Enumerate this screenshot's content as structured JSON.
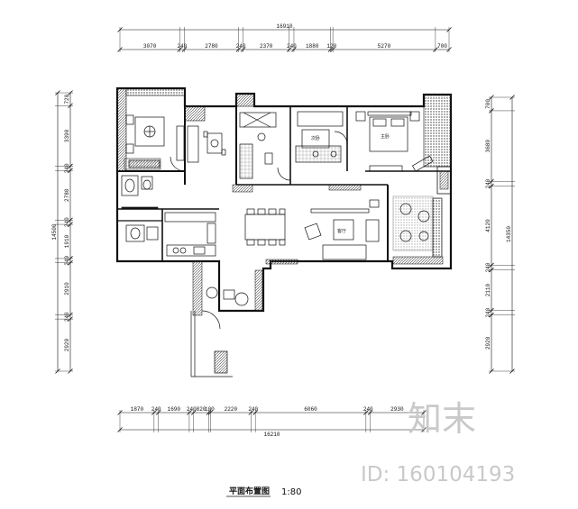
{
  "drawing": {
    "title": "平面布置图",
    "scale": "1:80",
    "room_labels": [
      "主卧",
      "次卧",
      "客厅"
    ]
  },
  "dimensions": {
    "top_total": "16910",
    "top_segments": [
      "3070",
      "240",
      "2780",
      "240",
      "2370",
      "240",
      "1880",
      "120",
      "5270",
      "700"
    ],
    "bottom_total": "16210",
    "bottom_segments": [
      "1870",
      "240",
      "1690",
      "240",
      "820",
      "100",
      "2220",
      "240",
      "6060",
      "240",
      "2930"
    ],
    "left_total": "14500",
    "left_segments": [
      "720",
      "3390",
      "240",
      "2780",
      "240",
      "1910",
      "240",
      "2910",
      "240",
      "2920"
    ],
    "right_total": "14350",
    "right_segments": [
      "700",
      "3680",
      "240",
      "4120",
      "240",
      "2110",
      "240",
      "2920"
    ]
  },
  "watermark": {
    "brand": "知末",
    "id_text": "ID: 160104193"
  },
  "colors": {
    "line": "#111111",
    "wall": "#1a1a1a",
    "hatch": "#555555",
    "watermark": "#c9c9c9"
  }
}
